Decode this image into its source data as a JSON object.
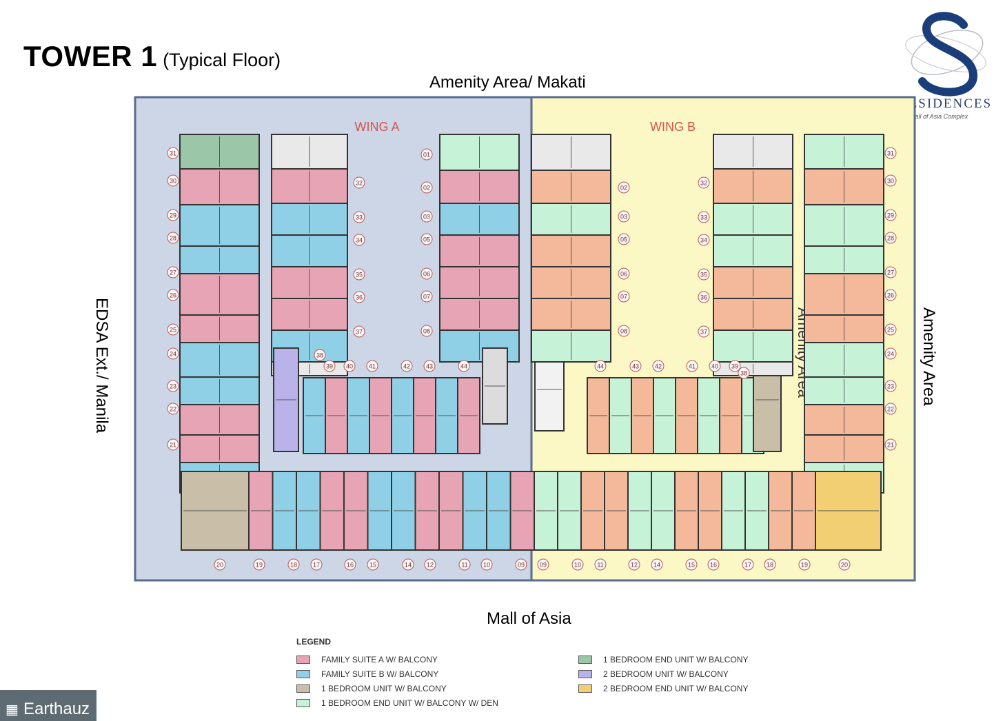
{
  "header": {
    "title": "TOWER 1",
    "subtitle": "(Typical Floor)"
  },
  "directions": {
    "top": "Amenity Area/ Makati",
    "bottom": "Mall of Asia",
    "left": "EDSA Ext./ Manila",
    "right": "Amenity Area",
    "inner": "Amenity Area"
  },
  "logo": {
    "letter": "S",
    "brand": "RESIDENCES",
    "sub": "Mall of Asia Complex"
  },
  "wings": [
    {
      "label": "WING A"
    },
    {
      "label": "WING B"
    }
  ],
  "colors": {
    "wing_a_zone": "#ccd6e6",
    "wing_b_zone": "#fbf8c6",
    "zone_border": "#5a6b8c",
    "wing_label": "#d9534f",
    "family_suite_a": "#e6a4b4",
    "family_suite_b": "#8fd0e6",
    "one_bed": "#c9bfa8",
    "one_bed_end_den": "#c6f2d8",
    "one_bed_end": "#9bc7a8",
    "two_bed": "#b9b3ea",
    "two_bed_end": "#f3cf73",
    "orange_unit": "#f3b99a",
    "wall": "#333333"
  },
  "unit_labels": {
    "a_left": [
      "31",
      "30",
      "29",
      "28",
      "27",
      "26",
      "25",
      "24",
      "23",
      "22",
      "21"
    ],
    "a_inner_left": [
      "32",
      "33",
      "34",
      "35",
      "36",
      "37"
    ],
    "a_inner_right": [
      "01",
      "02",
      "03",
      "05",
      "06",
      "07",
      "08"
    ],
    "a_courtyard": [
      "38",
      "39",
      "40",
      "41",
      "42",
      "43",
      "44"
    ],
    "b_inner_left": [
      "02",
      "03",
      "05",
      "06",
      "07",
      "08"
    ],
    "b_inner_right": [
      "32",
      "33",
      "34",
      "35",
      "36",
      "37"
    ],
    "b_right": [
      "31",
      "30",
      "29",
      "28",
      "27",
      "26",
      "25",
      "24",
      "23",
      "22",
      "21"
    ],
    "b_courtyard": [
      "44",
      "43",
      "42",
      "41",
      "40",
      "39",
      "38"
    ],
    "bottom_a": [
      "20",
      "19",
      "18",
      "17",
      "16",
      "15",
      "14",
      "12",
      "11",
      "10",
      "09"
    ],
    "bottom_b": [
      "09",
      "10",
      "11",
      "12",
      "14",
      "15",
      "16",
      "17",
      "18",
      "19",
      "20"
    ]
  },
  "legend": {
    "title": "LEGEND",
    "items": [
      {
        "label": "FAMILY SUITE A W/ BALCONY",
        "color": "#e6a4b4"
      },
      {
        "label": "FAMILY SUITE B W/ BALCONY",
        "color": "#8fd0e6"
      },
      {
        "label": "1 BEDROOM UNIT W/ BALCONY",
        "color": "#c9bfa8"
      },
      {
        "label": "1 BEDROOM END UNIT W/ BALCONY W/ DEN",
        "color": "#c6f2d8"
      },
      {
        "label": "1 BEDROOM END UNIT W/ BALCONY",
        "color": "#9bc7a8"
      },
      {
        "label": "2 BEDROOM UNIT W/ BALCONY",
        "color": "#b9b3ea"
      },
      {
        "label": "2 BEDROOM END UNIT W/ BALCONY",
        "color": "#f3cf73"
      }
    ]
  },
  "watermark": {
    "text": "Earthauz",
    "icon": "building-icon"
  }
}
